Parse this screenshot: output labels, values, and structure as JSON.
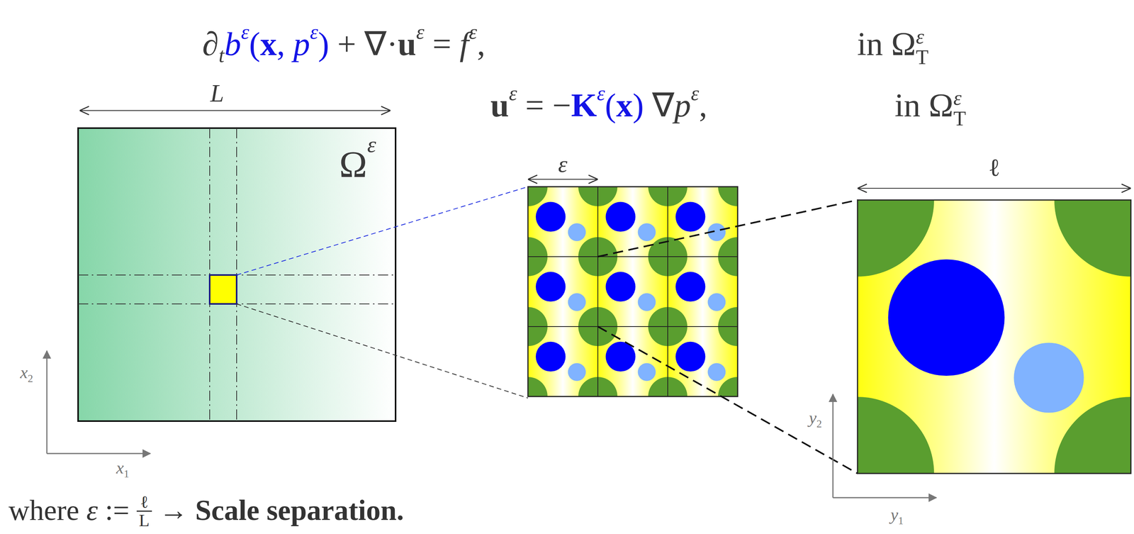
{
  "diagram": {
    "nodes": [
      {
        "text": [
          "Ω",
          "ε"
        ]
      }
    ],
    "labels": [
      "∂",
      "t",
      "b",
      "ε",
      "(",
      "x",
      ", ",
      "p",
      "ε",
      ")",
      " + ∇·",
      "u",
      "ε",
      " = ",
      "f",
      "ε",
      ",",
      "in Ω",
      "ε",
      "T",
      "u",
      "ε",
      " = −",
      "K",
      "ε",
      "(",
      "x",
      ")",
      " ∇",
      "p",
      "ε",
      ",",
      "in Ω",
      "ε",
      "T",
      "L",
      "ε",
      "ℓ",
      "x",
      "2",
      "x",
      "1",
      "y",
      "2",
      "y",
      "1",
      "where ",
      "ε",
      " := ",
      "ℓ",
      "L",
      " → ",
      "Scale separation."
    ]
  }
}
